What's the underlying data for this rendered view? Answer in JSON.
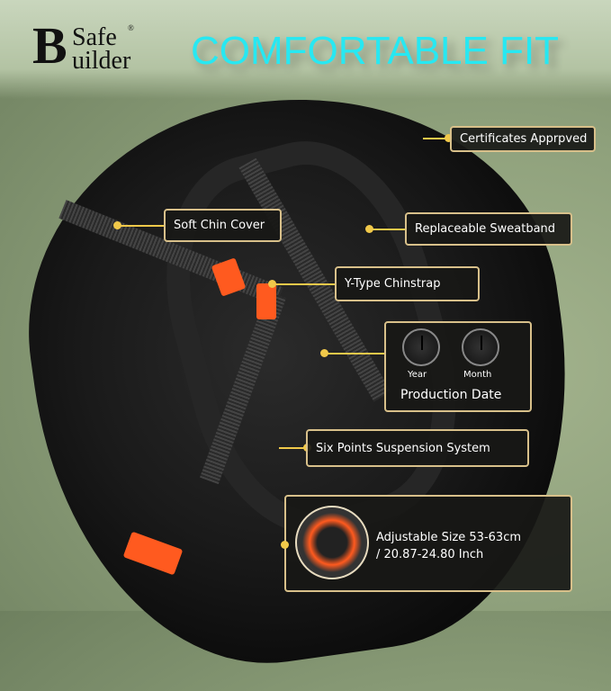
{
  "brand": {
    "line1": "Safe",
    "line2": "uilder",
    "initial": "B",
    "registered": "®"
  },
  "title": "COMFORTABLE FIT",
  "labels": {
    "certificates": "Certificates Apprpved",
    "chin_cover": "Soft Chin Cover",
    "sweatband": "Replaceable Sweatband",
    "chinstrap": "Y-Type Chinstrap",
    "production_date": "Production Date",
    "year": "Year",
    "month": "Month",
    "suspension": "Six Points Suspension System",
    "adjustable_line1": "Adjustable  Size 53-63cm",
    "adjustable_line2": "/ 20.87-24.80 Inch"
  },
  "colors": {
    "title": "#27e8f2",
    "accent": "#f1c94a",
    "border": "#d8c08a",
    "buckle": "#ff5a1f"
  }
}
